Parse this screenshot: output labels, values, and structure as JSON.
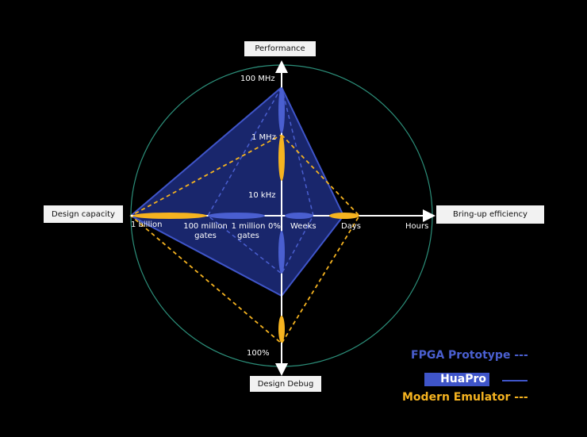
{
  "axes": {
    "top": "Performance",
    "left": "Design capacity",
    "right": "Bring-up efficiency",
    "bottom": "Design Debug"
  },
  "ticks": {
    "perf_high": "100 MHz",
    "perf_mid": "1 MHz",
    "perf_low": "10 kHz",
    "cap_high": "1 billion",
    "cap_mid": "100 million gates",
    "cap_low": "1 million gates",
    "debug_low": "0%",
    "debug_high": "100%",
    "bring_weeks": "Weeks",
    "bring_days": "Days",
    "bring_hours": "Hours"
  },
  "legend": {
    "fpga": "FPGA Prototype ---",
    "huapro": "HuaPro",
    "emulator": "Modern Emulator ---"
  },
  "colors": {
    "fpga": "#4a5fd0",
    "huapro_fill": "#1c2a78",
    "huapro_line": "#3f55c9",
    "emulator": "#f5b320",
    "circle": "#2c8f7a"
  }
}
